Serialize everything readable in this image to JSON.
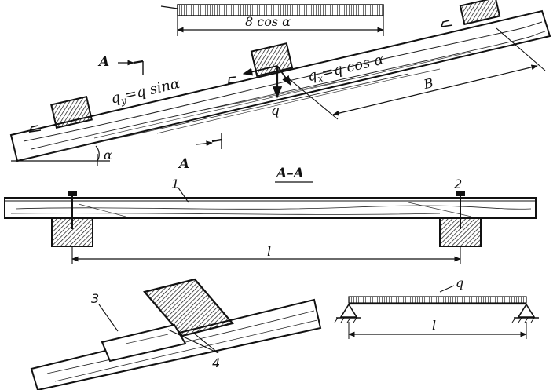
{
  "top_view": {
    "load_width_label": "8 cos α",
    "qy_label": "q",
    "qy_sub": "y",
    "qy_eq": "=q sinα",
    "qx_label": "q",
    "qx_sub": "x",
    "qx_eq": "=q cos α",
    "q_label": "q",
    "spacing_label": "B",
    "angle_label": "α",
    "section_mark_top": "A",
    "section_mark_bottom": "A"
  },
  "section": {
    "title": "A–A",
    "callout_1": "1",
    "callout_2": "2",
    "span_label": "l"
  },
  "detail": {
    "callout_3": "3",
    "callout_4": "4"
  },
  "beam_scheme": {
    "load_label": "q",
    "span_label": "l"
  }
}
